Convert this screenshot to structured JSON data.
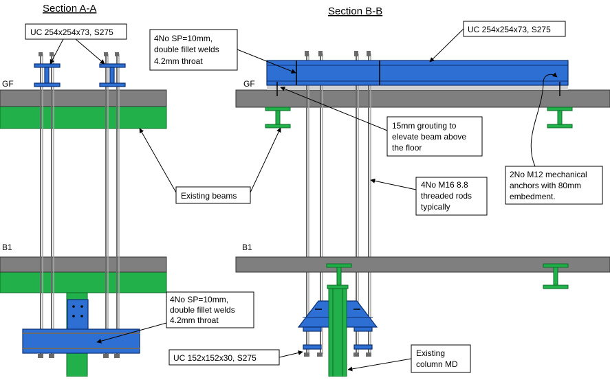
{
  "sections": {
    "a": "Section A-A",
    "b": "Section B-B"
  },
  "levels": {
    "gf": "GF",
    "b1": "B1"
  },
  "labels": {
    "uc_a": "UC 254x254x73, S275",
    "uc_b": "UC 254x254x73, S275",
    "sp_top": [
      "4No SP=10mm,",
      "double fillet welds",
      "4.2mm throat"
    ],
    "sp_bottom": [
      "4No SP=10mm,",
      "double fillet welds",
      "4.2mm throat"
    ],
    "grout": [
      "15mm grouting to",
      "elevate beam above",
      "the floor"
    ],
    "anchors": [
      "2No M12 mechanical",
      "anchors with 80mm",
      "embedment."
    ],
    "existing_beams": "Existing beams",
    "rods": [
      "4No M16 8.8",
      "threaded rods",
      "typically"
    ],
    "uc_small": "UC 152x152x30, S275",
    "column": [
      "Existing",
      "column MD"
    ]
  },
  "colors": {
    "slab": "#7f7f7f",
    "beam": "#22b04a",
    "steel": "#2e6fd3"
  }
}
